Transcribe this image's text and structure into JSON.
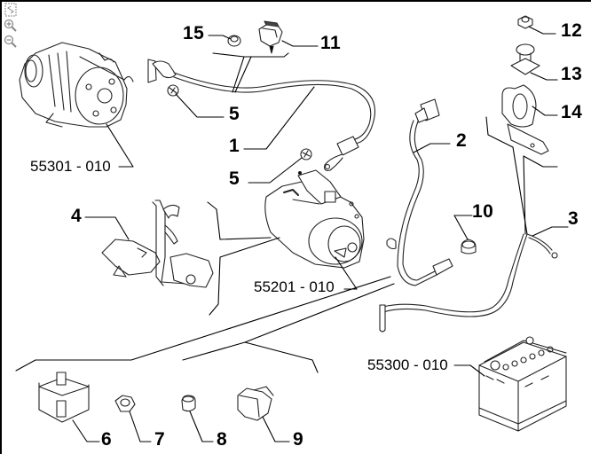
{
  "viewer": {
    "tools": [
      {
        "name": "fit-page-icon",
        "tooltip": ""
      },
      {
        "name": "zoom-in-icon",
        "tooltip": ""
      },
      {
        "name": "zoom-out-icon",
        "tooltip": ""
      }
    ]
  },
  "diagram": {
    "part_numbers": {
      "alternator": "55301 - 010",
      "starter": "55201 - 010",
      "battery": "55300 - 010"
    },
    "callouts": {
      "c1": "1",
      "c2": "2",
      "c3": "3",
      "c4": "4",
      "c5a": "5",
      "c5b": "5",
      "c6": "6",
      "c7": "7",
      "c8": "8",
      "c9": "9",
      "c10": "10",
      "c11": "11",
      "c12": "12",
      "c13": "13",
      "c14": "14",
      "c15": "15"
    }
  }
}
